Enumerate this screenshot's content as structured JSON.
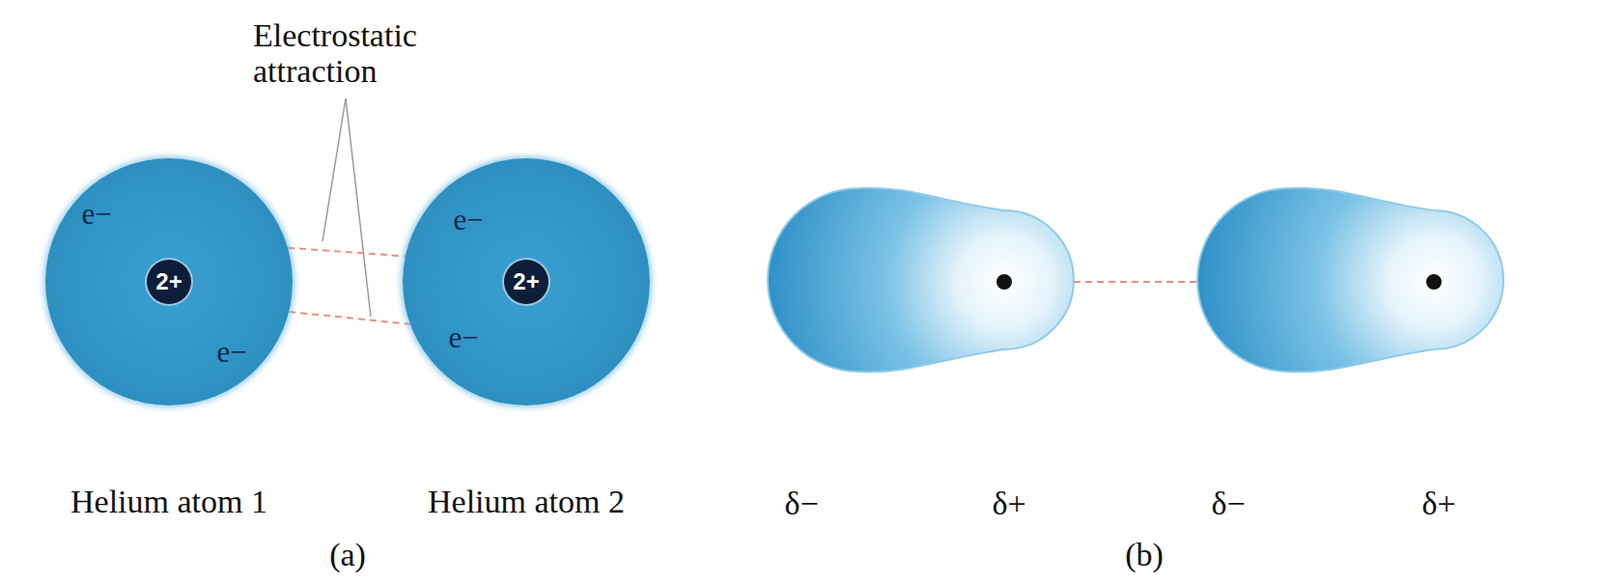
{
  "diagram": {
    "nodes": [
      {
        "text": [
          "e−",
          "2+",
          "e−",
          "Helium atom 1"
        ]
      },
      {
        "text": [
          "e−",
          "2+",
          "e−",
          "Helium atom 2"
        ]
      }
    ],
    "edges": [
      {
        "from": 0,
        "to": 1,
        "arrow": "none"
      },
      {
        "from": 0,
        "to": 1,
        "arrow": "none"
      }
    ],
    "labels": [
      "Electrostatic attraction",
      "(a)",
      "δ−",
      "δ+",
      "δ−",
      "δ+",
      "(b)"
    ]
  }
}
